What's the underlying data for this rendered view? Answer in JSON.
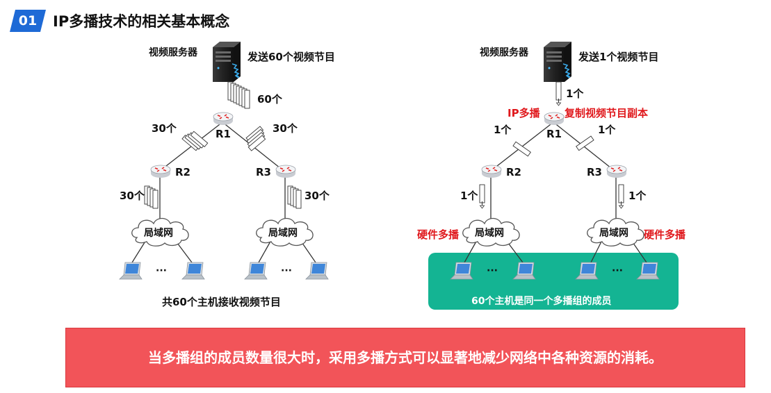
{
  "header": {
    "badge": "01",
    "title": "IP多播技术的相关基本概念"
  },
  "left": {
    "server_label": "视频服务器",
    "send_label": "发送60个视频节目",
    "count_server": "60个",
    "count_r1_left": "30个",
    "count_r1_right": "30个",
    "count_r2_down": "30个",
    "count_r3_down": "30个",
    "router_r1": "R1",
    "router_r2": "R2",
    "router_r3": "R3",
    "lan_1": "局域网",
    "lan_2": "局域网",
    "dots_1": "···",
    "dots_2": "···",
    "caption": "共60个主机接收视频节目"
  },
  "right": {
    "server_label": "视频服务器",
    "send_label": "发送1个视频节目",
    "count_server": "1个",
    "count_r1_left": "1个",
    "count_r1_right": "1个",
    "count_r2_down": "1个",
    "count_r3_down": "1个",
    "ip_multicast": "IP多播",
    "copy_label": "复制视频节目副本",
    "router_r1": "R1",
    "router_r2": "R2",
    "router_r3": "R3",
    "lan_1": "局域网",
    "lan_2": "局域网",
    "hw_multicast_left": "硬件多播",
    "hw_multicast_right": "硬件多播",
    "dots_1": "···",
    "dots_2": "···",
    "group_caption": "60个主机是同一个多播组的成员"
  },
  "banner": {
    "text": "当多播组的成员数量很大时，采用多播方式可以显著地减少网络中各种资源的消耗。"
  },
  "colors": {
    "accent_blue": "#1e6ad6",
    "red_text": "#e0191d",
    "group_fill": "#14b493",
    "banner_fill": "#f25459"
  }
}
